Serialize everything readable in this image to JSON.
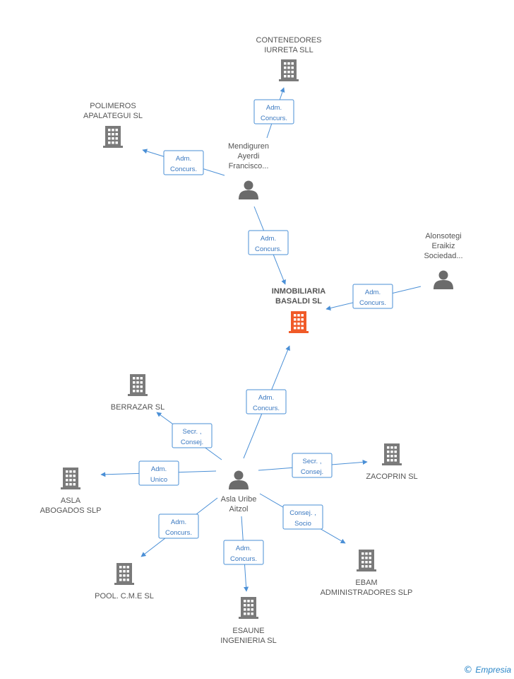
{
  "colors": {
    "company": "#7a7a7a",
    "main_company": "#f05a28",
    "person": "#6b6b6b",
    "edge": "#4a8fd6",
    "edge_text": "#3a78c0"
  },
  "nodes": [
    {
      "id": "inmobiliaria",
      "type": "company",
      "main": true,
      "lines": [
        "INMOBILIARIA",
        "BASALDI SL"
      ],
      "icon": "building-icon"
    },
    {
      "id": "contenedores",
      "type": "company",
      "lines": [
        "CONTENEDORES",
        "IURRETA SLL"
      ],
      "icon": "building-icon"
    },
    {
      "id": "polimeros",
      "type": "company",
      "lines": [
        "POLIMEROS",
        "APALATEGUI SL"
      ],
      "icon": "building-icon"
    },
    {
      "id": "mendiguren",
      "type": "person",
      "lines": [
        "Mendiguren",
        "Ayerdi",
        "Francisco..."
      ],
      "icon": "person-icon"
    },
    {
      "id": "alonsotegi",
      "type": "person",
      "lines": [
        "Alonsotegi",
        "Eraikiz",
        "Sociedad..."
      ],
      "icon": "person-icon"
    },
    {
      "id": "asla_uribe",
      "type": "person",
      "lines": [
        "Asla Uribe",
        "Aitzol"
      ],
      "icon": "person-icon"
    },
    {
      "id": "berrazar",
      "type": "company",
      "lines": [
        "BERRAZAR SL"
      ],
      "icon": "building-icon"
    },
    {
      "id": "zacoprin",
      "type": "company",
      "lines": [
        "ZACOPRIN SL"
      ],
      "icon": "building-icon"
    },
    {
      "id": "asla_abogados",
      "type": "company",
      "lines": [
        "ASLA",
        "ABOGADOS SLP"
      ],
      "icon": "building-icon"
    },
    {
      "id": "pool",
      "type": "company",
      "lines": [
        "POOL.  C.M.E SL"
      ],
      "icon": "building-icon"
    },
    {
      "id": "esaune",
      "type": "company",
      "lines": [
        "ESAUNE",
        "INGENIERIA SL"
      ],
      "icon": "building-icon"
    },
    {
      "id": "ebam",
      "type": "company",
      "lines": [
        "EBAM",
        "ADMINISTRADORES SLP"
      ],
      "icon": "building-icon"
    }
  ],
  "edges": [
    {
      "from": "mendiguren",
      "to": "contenedores",
      "label": [
        "Adm.",
        "Concurs."
      ]
    },
    {
      "from": "mendiguren",
      "to": "polimeros",
      "label": [
        "Adm.",
        "Concurs."
      ]
    },
    {
      "from": "mendiguren",
      "to": "inmobiliaria",
      "label": [
        "Adm.",
        "Concurs."
      ]
    },
    {
      "from": "alonsotegi",
      "to": "inmobiliaria",
      "label": [
        "Adm.",
        "Concurs."
      ]
    },
    {
      "from": "asla_uribe",
      "to": "inmobiliaria",
      "label": [
        "Adm.",
        "Concurs."
      ]
    },
    {
      "from": "asla_uribe",
      "to": "berrazar",
      "label": [
        "Secr. ,",
        "Consej."
      ]
    },
    {
      "from": "asla_uribe",
      "to": "asla_abogados",
      "label": [
        "Adm.",
        "Unico"
      ]
    },
    {
      "from": "asla_uribe",
      "to": "zacoprin",
      "label": [
        "Secr. ,",
        "Consej."
      ]
    },
    {
      "from": "asla_uribe",
      "to": "pool",
      "label": [
        "Adm.",
        "Concurs."
      ]
    },
    {
      "from": "asla_uribe",
      "to": "esaune",
      "label": [
        "Adm.",
        "Concurs."
      ]
    },
    {
      "from": "asla_uribe",
      "to": "ebam",
      "label": [
        "Consej. ,",
        "Socio"
      ]
    }
  ],
  "footer": {
    "copyright": "©",
    "brand": "Empresia"
  }
}
